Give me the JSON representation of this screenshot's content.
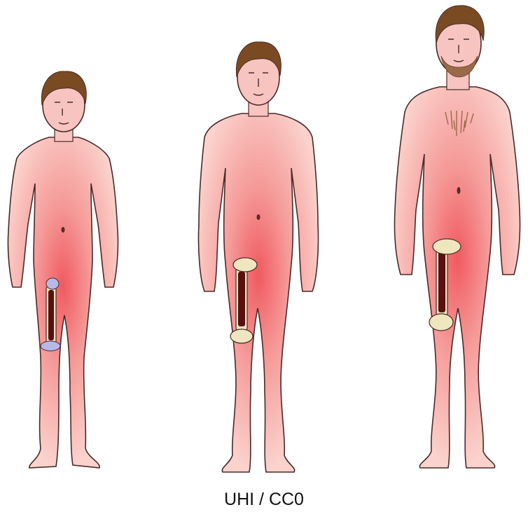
{
  "caption": "UHI / CC0",
  "figures": [
    {
      "stage": "child",
      "bone_growth_plates": "open",
      "facial_hair": false,
      "chest_hair": false
    },
    {
      "stage": "adolescent",
      "bone_growth_plates": "closing",
      "facial_hair": false,
      "chest_hair": false
    },
    {
      "stage": "adult",
      "bone_growth_plates": "fused",
      "facial_hair": true,
      "chest_hair": true
    }
  ],
  "colors": {
    "skin": "#f8c4c0",
    "skin_center": "#f06a6e",
    "outline": "#4a2a2a",
    "hair": "#7a4a22",
    "marrow": "#5a0f10",
    "bone": "#efe6bf",
    "growth_plate": "#b8b8e8"
  }
}
